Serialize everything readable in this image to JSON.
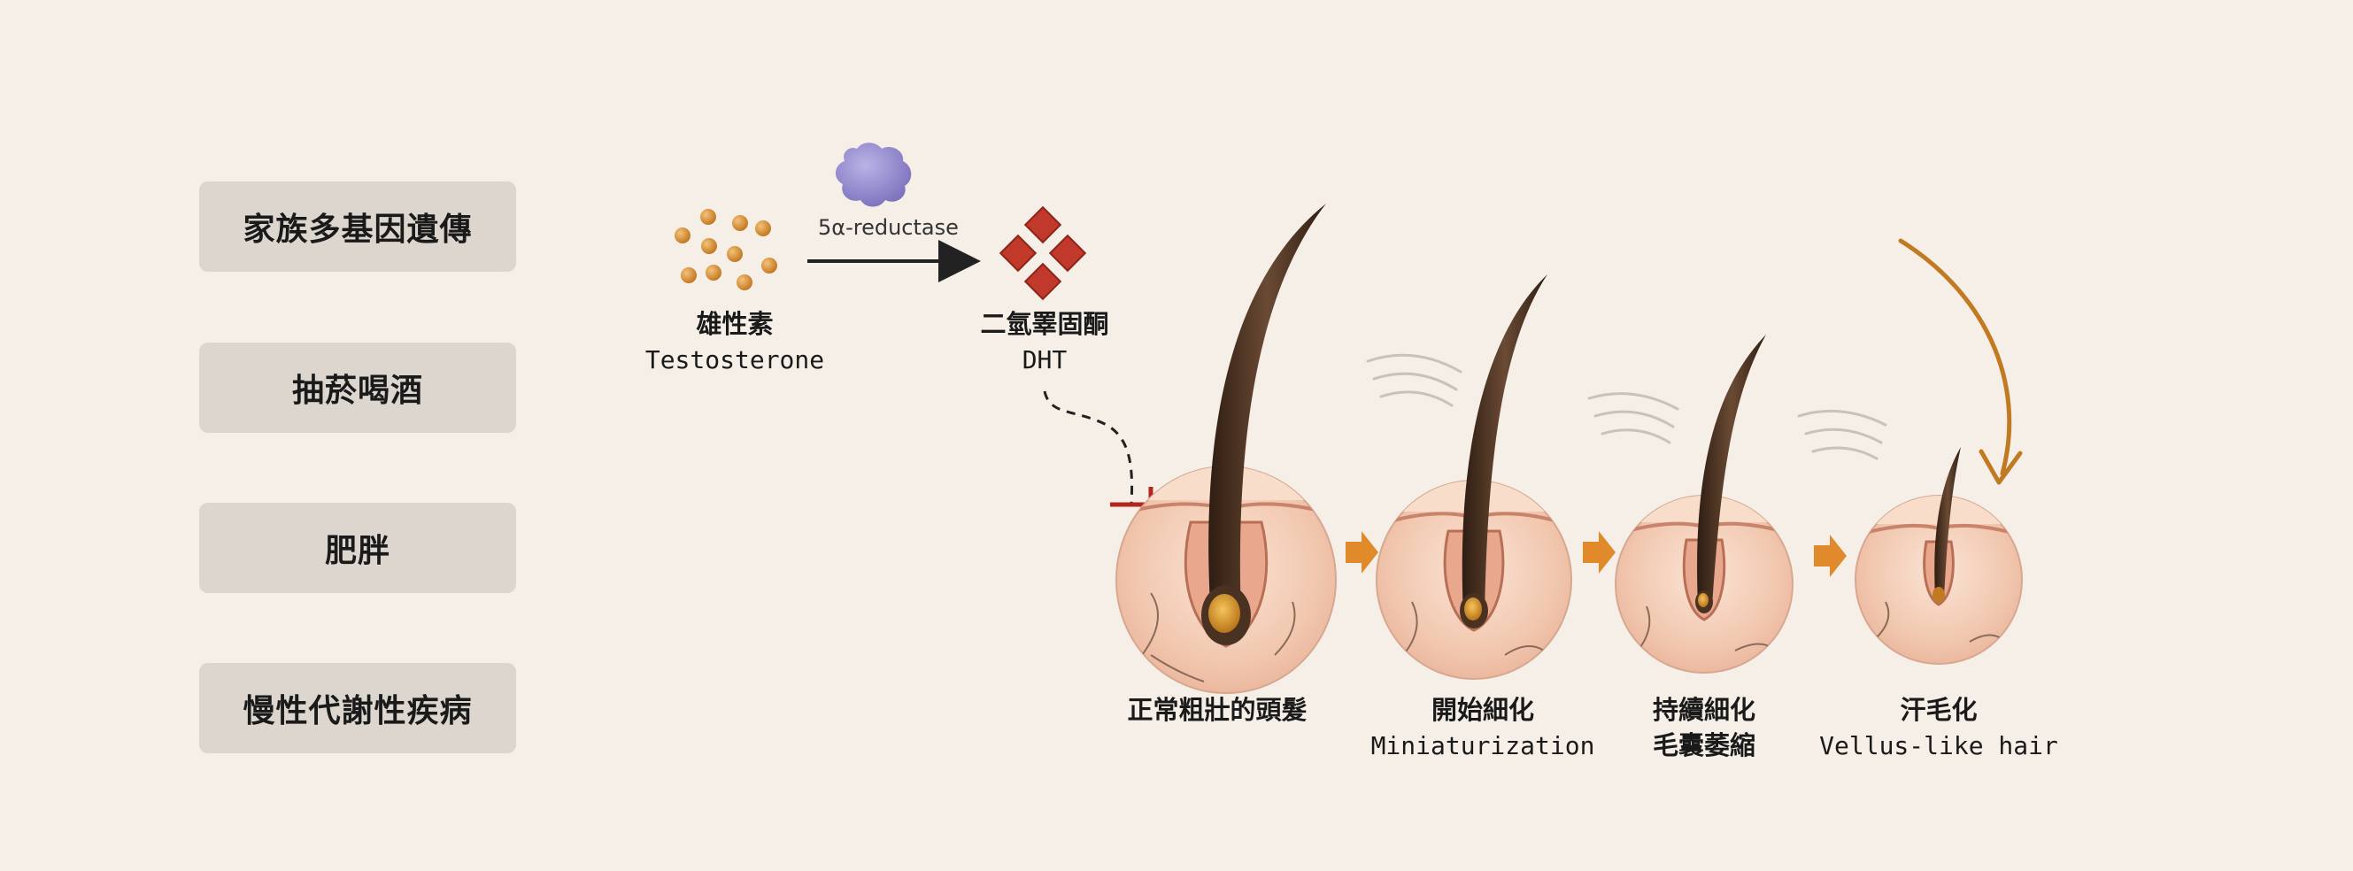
{
  "factors": [
    "家族多基因遺傳",
    "抽菸喝酒",
    "肥胖",
    "慢性代謝性疾病"
  ],
  "enzyme": "5α-reductase",
  "testosterone": {
    "zh": "雄性素",
    "en": "Testosterone"
  },
  "dht": {
    "zh": "二氫睪固酮",
    "en": "DHT"
  },
  "stages": [
    {
      "zh": "正常粗壯的頭髮",
      "en": ""
    },
    {
      "zh": "開始細化",
      "en": "Miniaturization"
    },
    {
      "zh": "持續細化",
      "en": "毛囊萎縮"
    },
    {
      "zh": "汗毛化",
      "en": "Vellus-like hair"
    }
  ],
  "colors": {
    "background": "#f5efe8",
    "factor_box": "#dcd6cf",
    "testosterone_dot": "#d9953a",
    "dht_diamond": "#c0392b",
    "enzyme_blob": "#8a82c8",
    "arrow_orange": "#e08a2c",
    "hair": "#4a3222",
    "skin": "#f1c7ae",
    "inhibit": "#b3261e"
  }
}
